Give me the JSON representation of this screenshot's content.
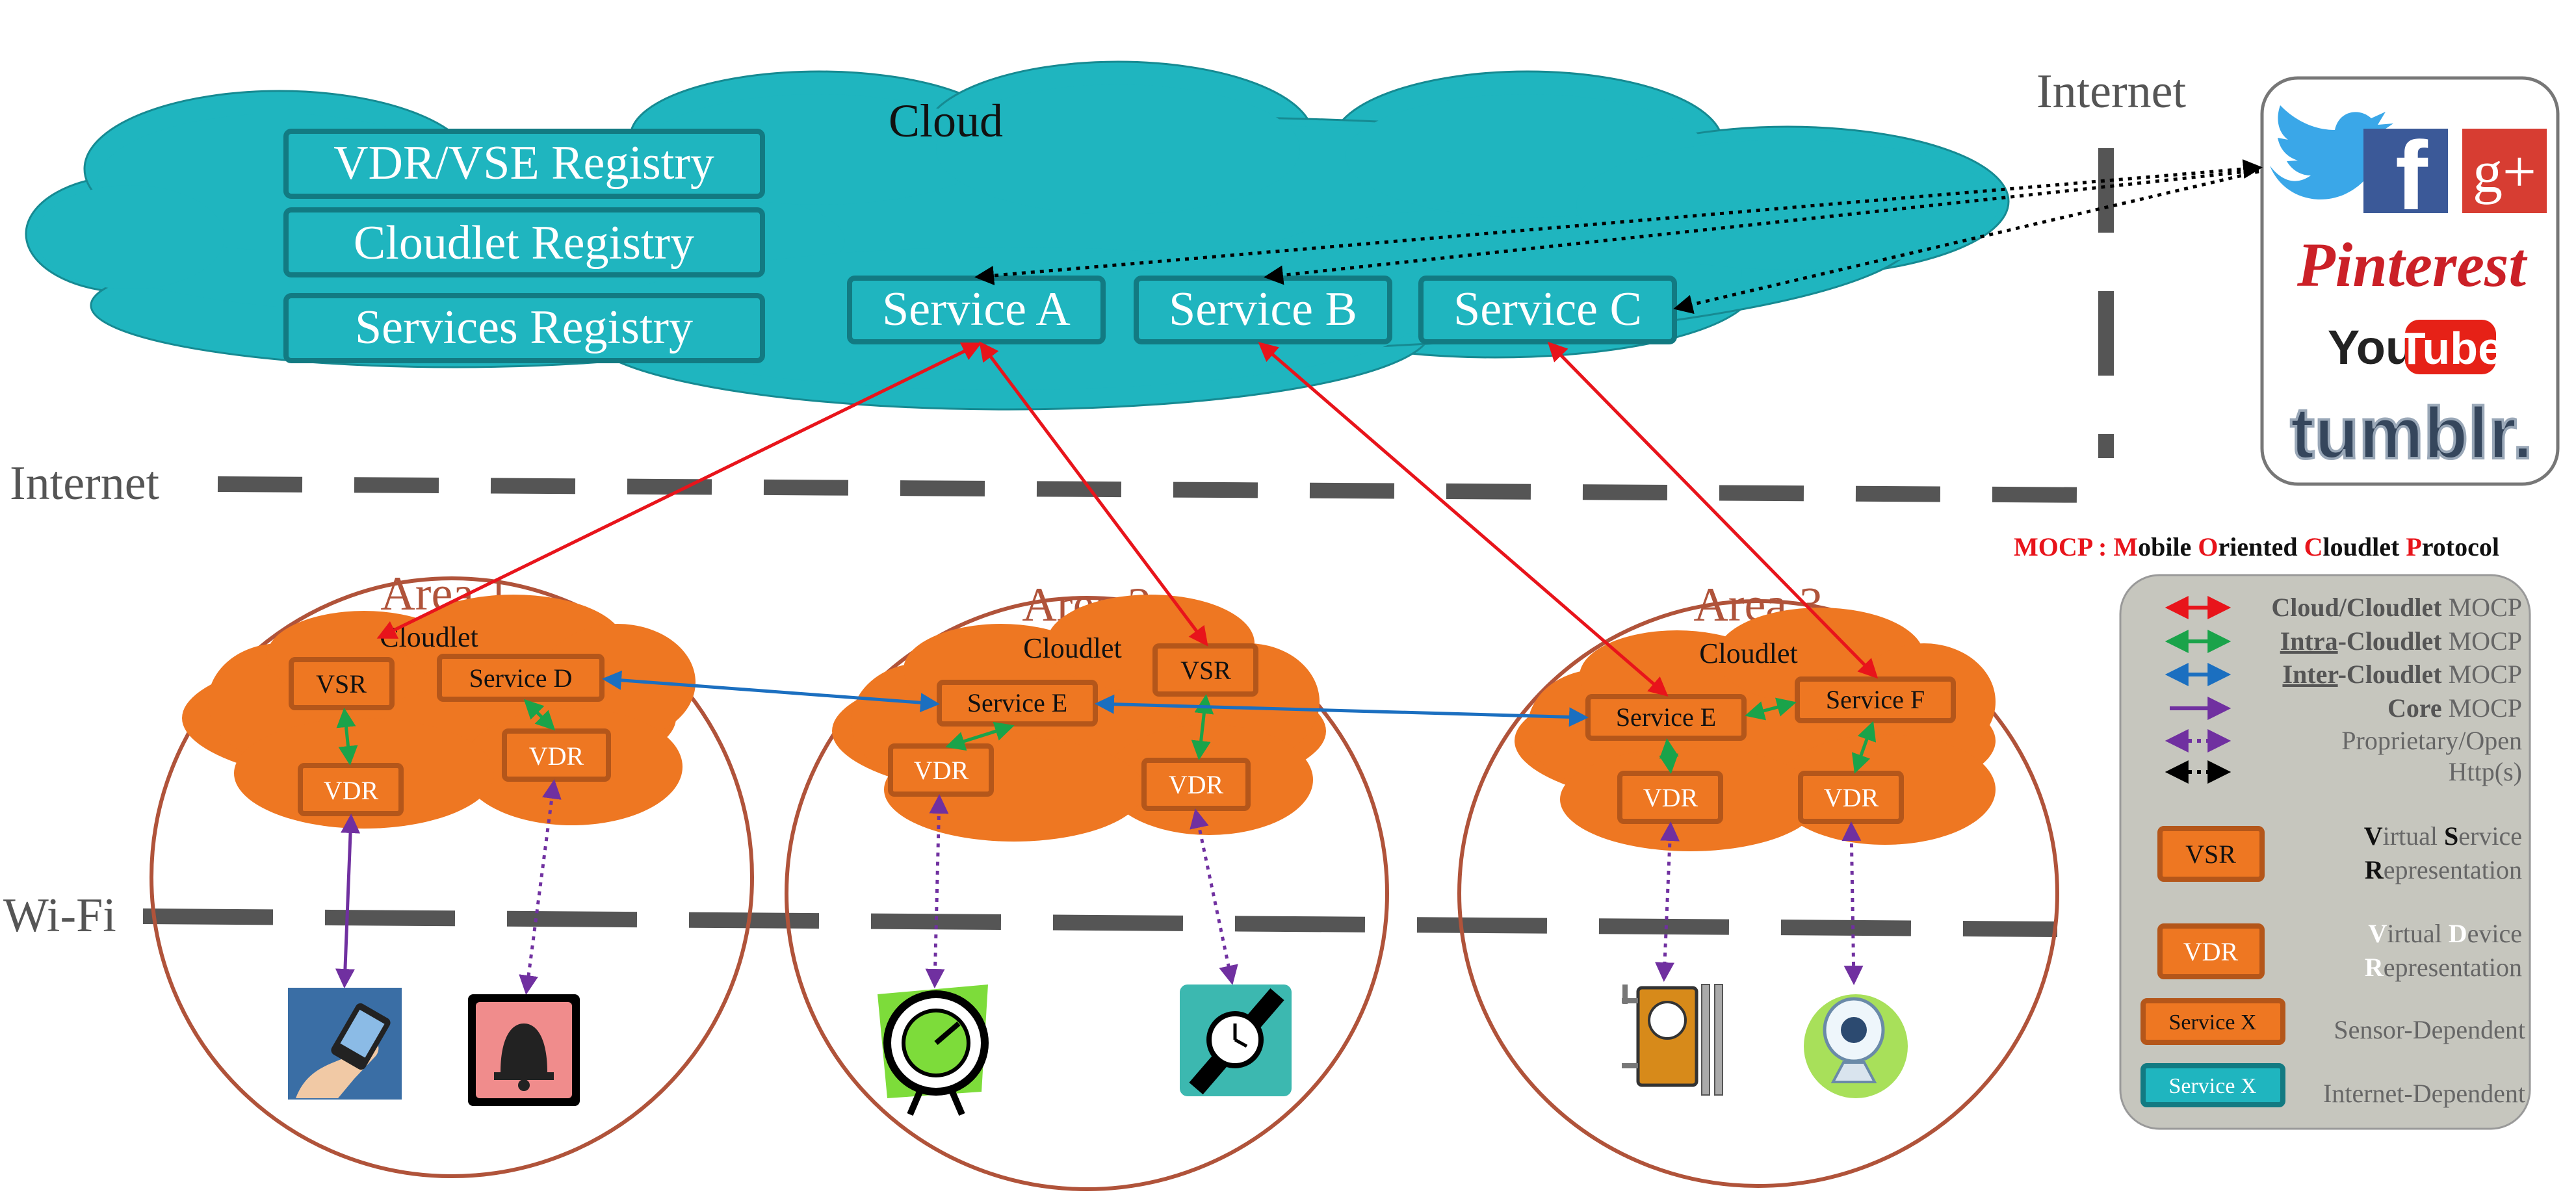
{
  "cloud": {
    "title": "Cloud",
    "registries": [
      "VDR/VSE Registry",
      "Cloudlet Registry",
      "Services Registry"
    ],
    "services": [
      "Service A",
      "Service B",
      "Service C"
    ]
  },
  "internet_label_top": "Internet",
  "internet_label_left": "Internet",
  "wifi_label": "Wi-Fi",
  "social": {
    "pinterest": "Pinterest",
    "youtube_you": "You",
    "youtube_tube": "Tube",
    "tumblr": "tumblr.",
    "facebook": "f",
    "gplus": "g+"
  },
  "areas": [
    {
      "title": "Area 1",
      "cloudlet": "Cloudlet",
      "vsr": "VSR",
      "service": "Service D",
      "vdr1": "VDR",
      "vdr2": "VDR"
    },
    {
      "title": "Area 2",
      "cloudlet": "Cloudlet",
      "vsr": "VSR",
      "service": "Service E",
      "vdr1": "VDR",
      "vdr2": "VDR"
    },
    {
      "title": "Area 3",
      "cloudlet": "Cloudlet",
      "service1": "Service E",
      "service2": "Service F",
      "vdr1": "VDR",
      "vdr2": "VDR"
    }
  ],
  "mocp": {
    "abbr": "MOCP",
    "sep": " : ",
    "parts": [
      {
        "cap": "M",
        "rest": "obile "
      },
      {
        "cap": "O",
        "rest": "riented "
      },
      {
        "cap": "C",
        "rest": "loudlet "
      },
      {
        "cap": "P",
        "rest": "rotocol"
      }
    ]
  },
  "legend": {
    "rows": [
      {
        "bold": "Cloud/Cloudlet",
        "rest": " MOCP",
        "color": "#e8141b",
        "style": "solid"
      },
      {
        "bold": "Intra",
        "mid": "-Cloudlet",
        "rest": " MOCP",
        "color": "#1aa34a",
        "style": "solid"
      },
      {
        "bold": "Inter",
        "mid": "-Cloudlet",
        "rest": " MOCP",
        "color": "#1b6fc0",
        "style": "solid"
      },
      {
        "bold": "Core",
        "rest": " MOCP",
        "color": "#7030a0",
        "style": "solid"
      },
      {
        "bold": "",
        "rest": "Proprietary/Open",
        "color": "#7030a0",
        "style": "dotted"
      },
      {
        "bold": "",
        "rest": "Http(s)",
        "color": "#000000",
        "style": "dotted"
      }
    ],
    "vsr_box": "VSR",
    "vsr_desc": [
      {
        "cap": "V",
        "rest": "irtual "
      },
      {
        "cap": "S",
        "rest": "ervice"
      },
      {
        "cap": "R",
        "rest": "epresentation"
      }
    ],
    "vdr_box": "VDR",
    "vdr_desc": [
      {
        "cap": "V",
        "rest": "irtual "
      },
      {
        "cap": "D",
        "rest": "evice"
      },
      {
        "cap": "R",
        "rest": "epresentation"
      }
    ],
    "sensor_box": "Service X",
    "sensor_desc": "Sensor-Dependent",
    "internet_box": "Service X",
    "internet_desc": "Internet-Dependent"
  },
  "colors": {
    "cloud": "#1fb5bf",
    "cloud_box_stroke": "#127a82",
    "orange": "#ee7722",
    "orange_stroke": "#b4561a",
    "area_circle": "#b0533a",
    "legend_bg": "#c8c8c0",
    "dash": "#555555",
    "red": "#e8141b",
    "green": "#1aa34a",
    "blue": "#1b6fc0",
    "purple": "#7030a0"
  },
  "icons": [
    "smartphone-icon",
    "alarm-bell-icon",
    "thermostat-icon",
    "smartwatch-icon",
    "gas-meter-icon",
    "webcam-icon",
    "twitter-icon",
    "facebook-icon",
    "google-plus-icon",
    "pinterest-icon",
    "youtube-icon",
    "tumblr-icon"
  ]
}
